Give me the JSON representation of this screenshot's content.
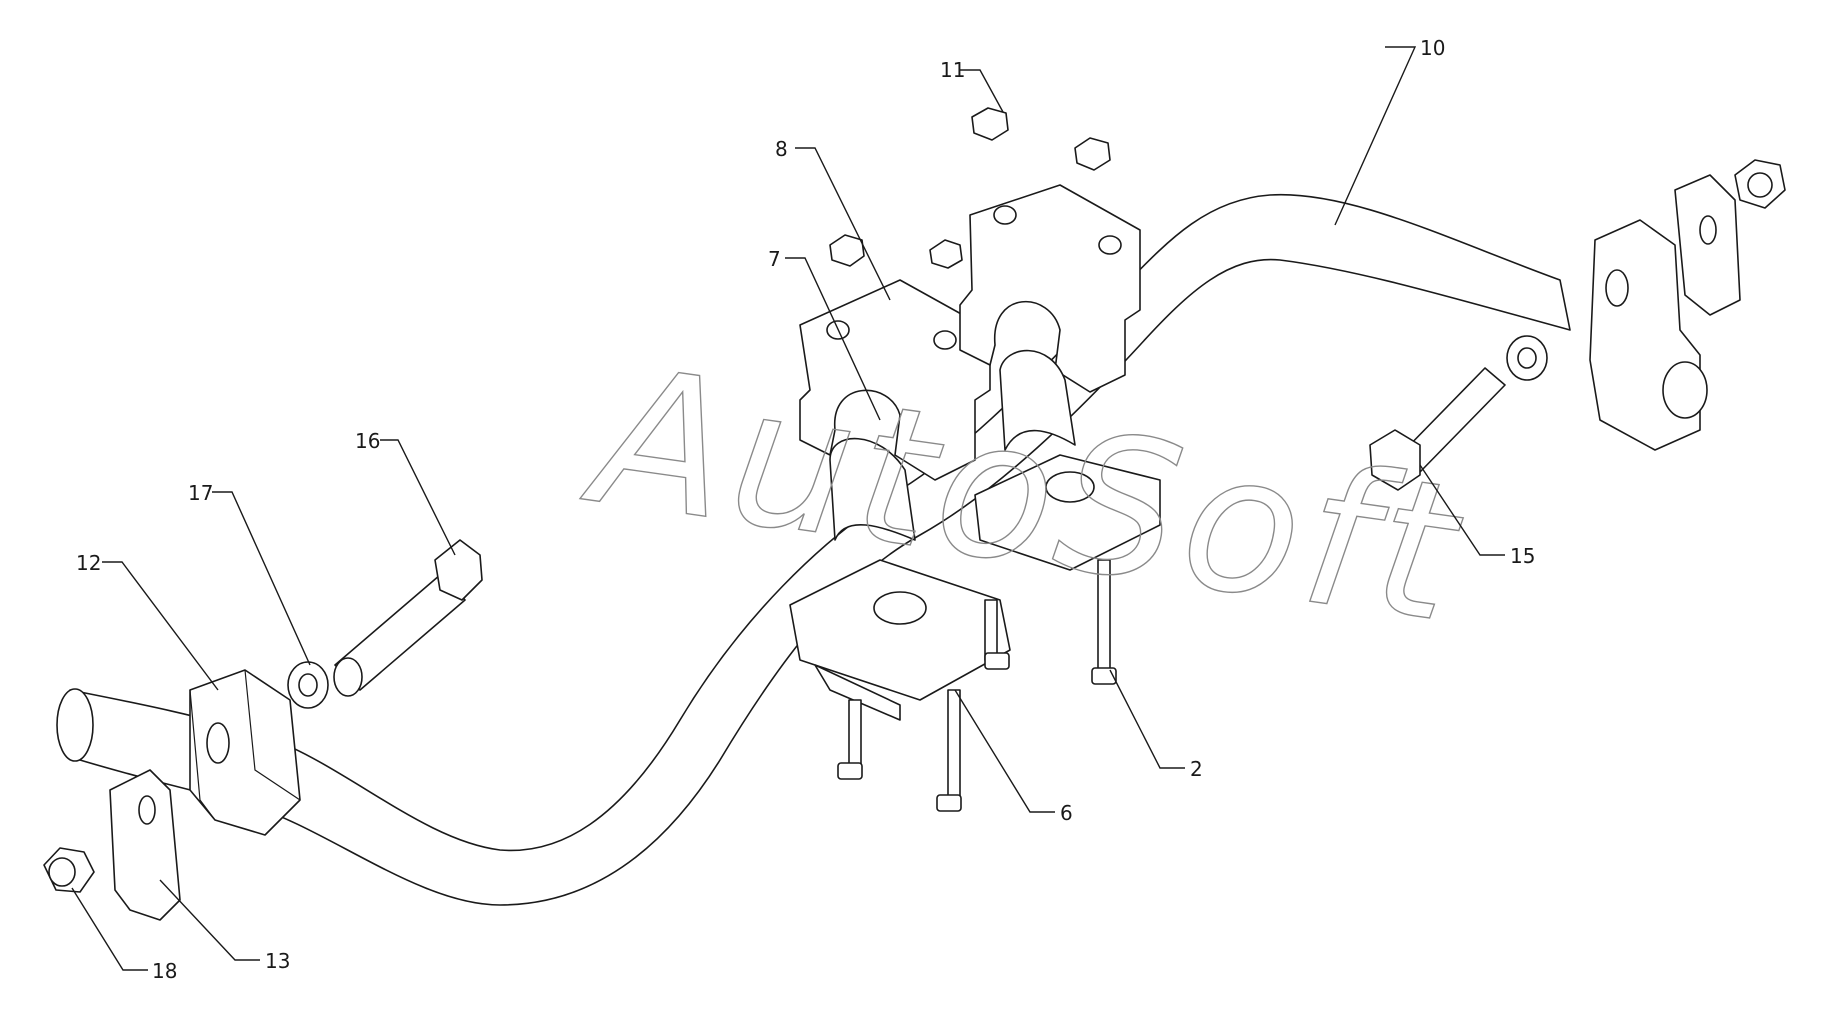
{
  "watermark": "AutoSoft",
  "callouts": {
    "c2": "2",
    "c6": "6",
    "c7": "7",
    "c8": "8",
    "c10": "10",
    "c11": "11",
    "c12": "12",
    "c13": "13",
    "c15": "15",
    "c16": "16",
    "c17": "17",
    "c18": "18"
  },
  "colors": {
    "line": "#1a1a1a",
    "background": "#ffffff",
    "watermark": "#8a8a8a"
  }
}
